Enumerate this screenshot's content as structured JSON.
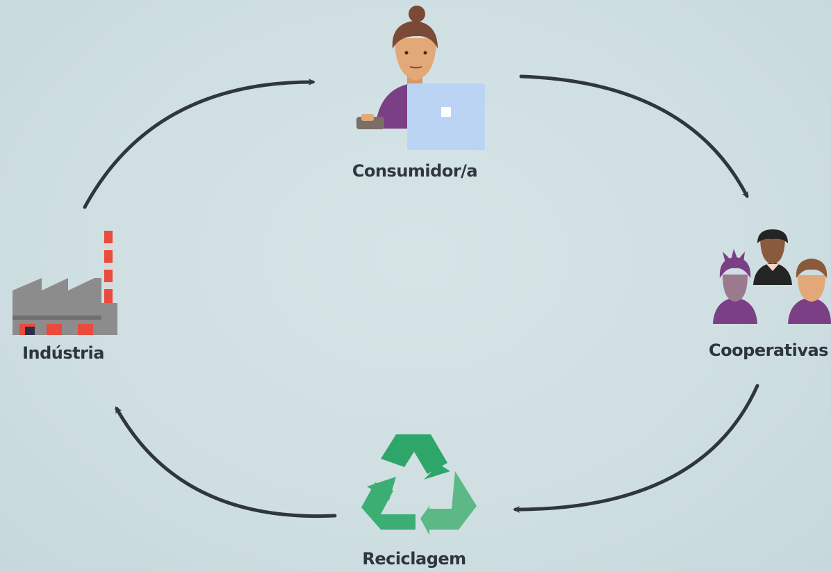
{
  "nodes": {
    "consumer": {
      "label": "Consumidor/a",
      "icon": "consumer-with-laptop-icon"
    },
    "cooperatives": {
      "label": "Cooperativas",
      "icon": "cooperative-workers-icon"
    },
    "recycling": {
      "label": "Reciclagem",
      "icon": "recycle-icon"
    },
    "industry": {
      "label": "Indústria",
      "icon": "factory-icon"
    }
  },
  "colors": {
    "arrow": "#2f3640",
    "text": "#2e3440",
    "recycle_green": "#2ea66a",
    "recycle_light": "#5cb884",
    "purple": "#7b3f86",
    "skin": "#e2a878",
    "laptop": "#bcd4f4",
    "factory_gray": "#8c8c8c",
    "factory_red": "#e94b3c"
  }
}
